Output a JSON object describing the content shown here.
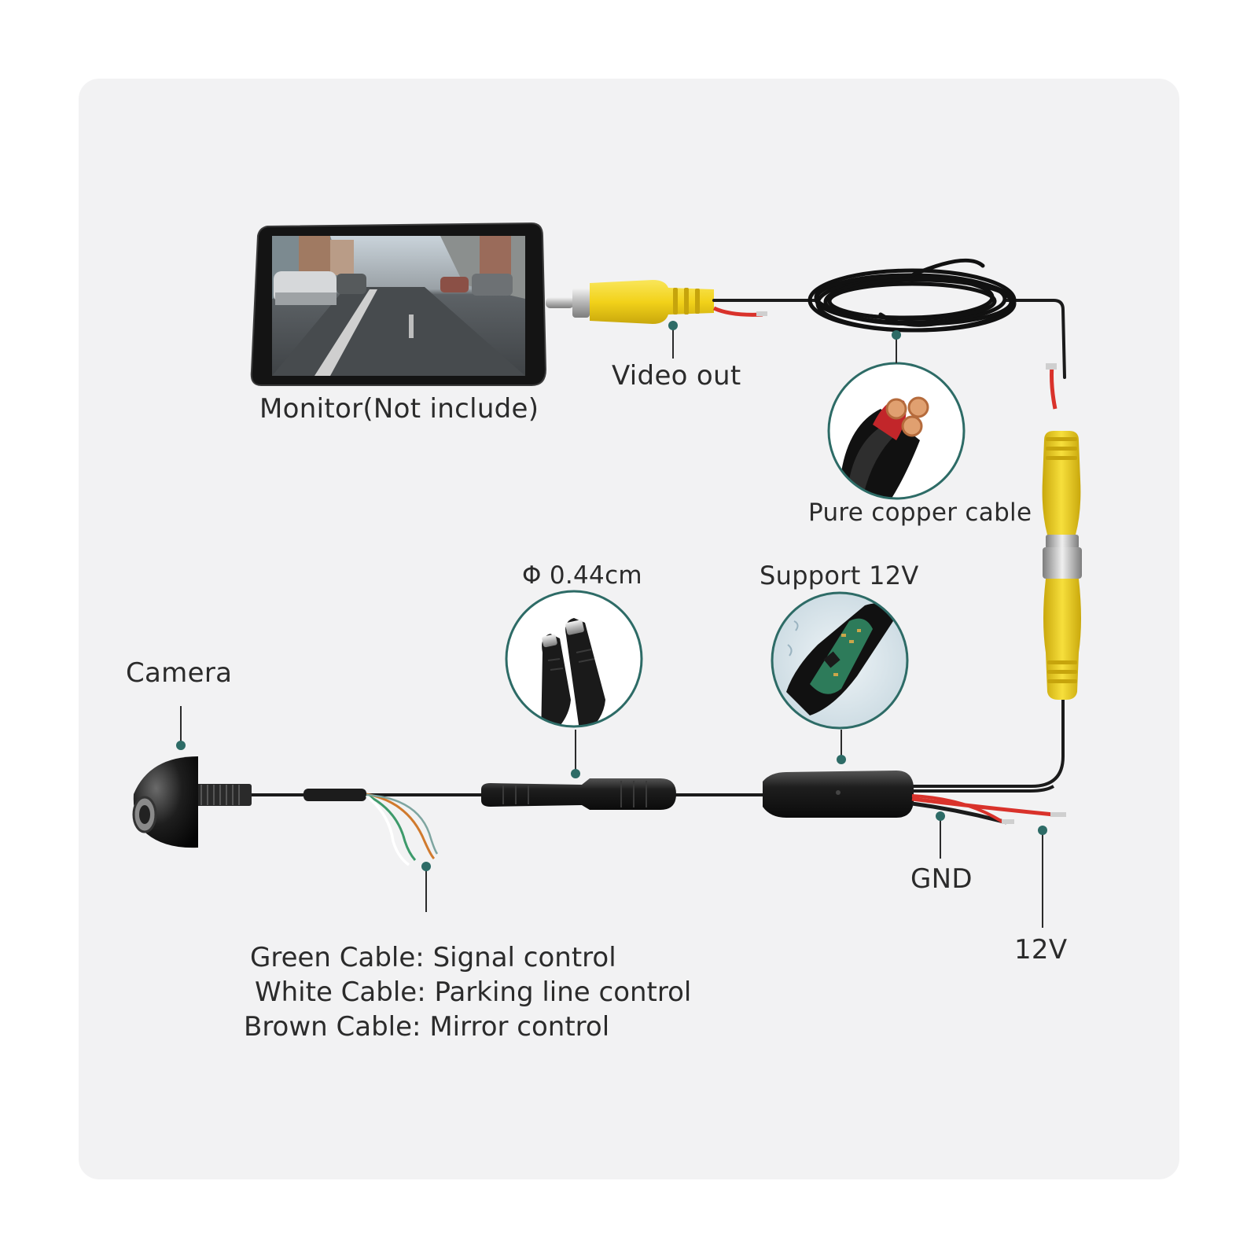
{
  "labels": {
    "monitor": "Monitor(Not include)",
    "video_out": "Video out",
    "copper_cable": "Pure copper cable",
    "diameter": "Φ 0.44cm",
    "support_12v": "Support 12V",
    "camera": "Camera",
    "gnd": "GND",
    "v12": "12V"
  },
  "legend": [
    {
      "cable": "Green Cable:",
      "function": "Signal control"
    },
    {
      "cable": "White Cable:",
      "function": "Parking line control"
    },
    {
      "cable": "Brown Cable:",
      "function": "Mirror control"
    }
  ],
  "colors": {
    "teal_dot": "#2d6b66",
    "rca_yellow": "#f2d21a",
    "wire_red": "#d9322b",
    "cable_black": "#1b1b1b",
    "panel_bg": "#f2f2f3"
  }
}
